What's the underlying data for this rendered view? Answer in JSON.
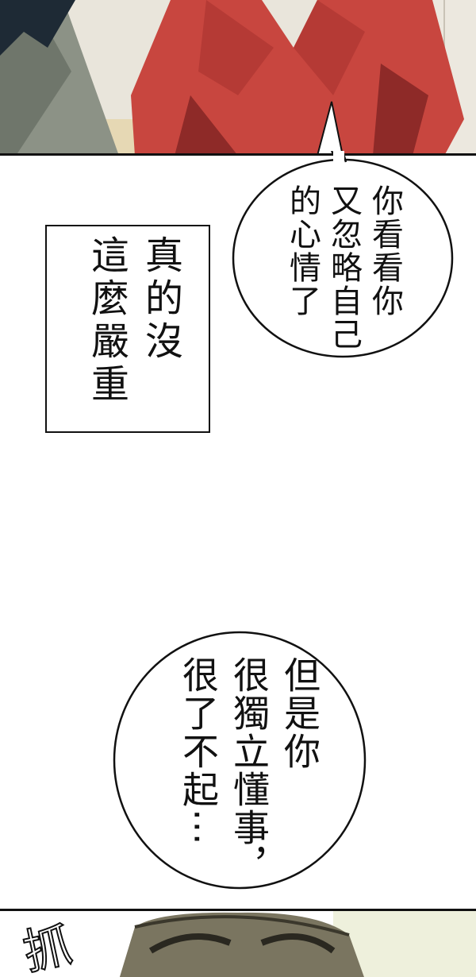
{
  "panels": [
    {
      "name": "top-panel",
      "description_icon": "person-red-shirt-illustration"
    },
    {
      "name": "bottom-panel",
      "description_icon": "person-face-illustration"
    }
  ],
  "bubble_1": {
    "text": "你看看你\n又忽略自己\n的心情了"
  },
  "caption_box": {
    "text": "真的沒\n這麼嚴重"
  },
  "bubble_2": {
    "text": "但是你\n很獨立懂事，\n很了不起⋯"
  },
  "sound_effect": {
    "text": "抓"
  },
  "colors": {
    "shirt": "#c8463f",
    "shirt_shadow": "#8e2a28",
    "wall": "#e9e5db",
    "coat": "#8c9286",
    "hair": "#1e2a35",
    "skin": "#7a7560",
    "outline": "#111111"
  }
}
